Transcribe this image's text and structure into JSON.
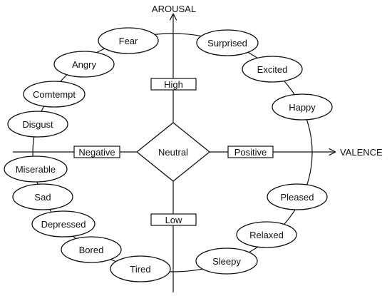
{
  "axes": {
    "vertical_label": "AROUSAL",
    "horizontal_label": "VALENCE"
  },
  "center": {
    "label": "Neutral"
  },
  "boxes": {
    "high": "High",
    "low": "Low",
    "negative": "Negative",
    "positive": "Positive"
  },
  "emotions": [
    {
      "id": "fear",
      "label": "Fear"
    },
    {
      "id": "surprised",
      "label": "Surprised"
    },
    {
      "id": "angry",
      "label": "Angry"
    },
    {
      "id": "excited",
      "label": "Excited"
    },
    {
      "id": "comtempt",
      "label": "Comtempt"
    },
    {
      "id": "happy",
      "label": "Happy"
    },
    {
      "id": "disgust",
      "label": "Disgust"
    },
    {
      "id": "miserable",
      "label": "Miserable"
    },
    {
      "id": "sad",
      "label": "Sad"
    },
    {
      "id": "depressed",
      "label": "Depressed"
    },
    {
      "id": "bored",
      "label": "Bored"
    },
    {
      "id": "tired",
      "label": "Tired"
    },
    {
      "id": "sleepy",
      "label": "Sleepy"
    },
    {
      "id": "relaxed",
      "label": "Relaxed"
    },
    {
      "id": "pleased",
      "label": "Pleased"
    }
  ]
}
